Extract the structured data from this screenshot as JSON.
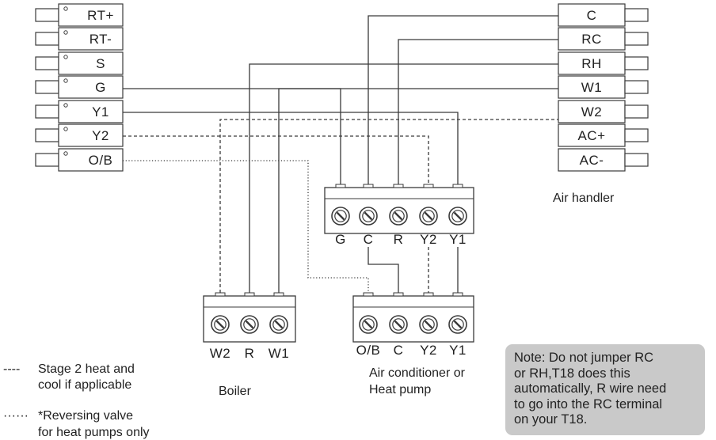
{
  "thermostat": {
    "terminals": [
      "RT+",
      "RT-",
      "S",
      "G",
      "Y1",
      "Y2",
      "O/B"
    ]
  },
  "air_handler": {
    "terminals": [
      "C",
      "RC",
      "RH",
      "W1",
      "W2",
      "AC+",
      "AC-"
    ],
    "title": "Air handler"
  },
  "air_handler_block": {
    "terminals": [
      "G",
      "C",
      "R",
      "Y2",
      "Y1"
    ]
  },
  "boiler": {
    "terminals": [
      "W2",
      "R",
      "W1"
    ],
    "title": "Boiler"
  },
  "ac_heat_pump": {
    "terminals": [
      "O/B",
      "C",
      "Y2",
      "Y1"
    ],
    "title_line1": "Air conditioner or",
    "title_line2": "Heat pump"
  },
  "legend": {
    "dashed_symbol": "----",
    "dashed_line1": "Stage 2 heat and",
    "dashed_line2": "cool if applicable",
    "dotted_symbol": "······",
    "dotted_line1": "*Reversing valve",
    "dotted_line2": "for heat pumps only"
  },
  "note": {
    "lines": [
      "Note: Do not jumper RC",
      "or RH,T18 does this",
      "automatically, R wire need",
      "to go into the RC terminal",
      "on your T18."
    ]
  },
  "colors": {
    "line": "#3a3a3a",
    "terminal_fill": "#ffffff",
    "note_bg": "#c9c9c9"
  }
}
